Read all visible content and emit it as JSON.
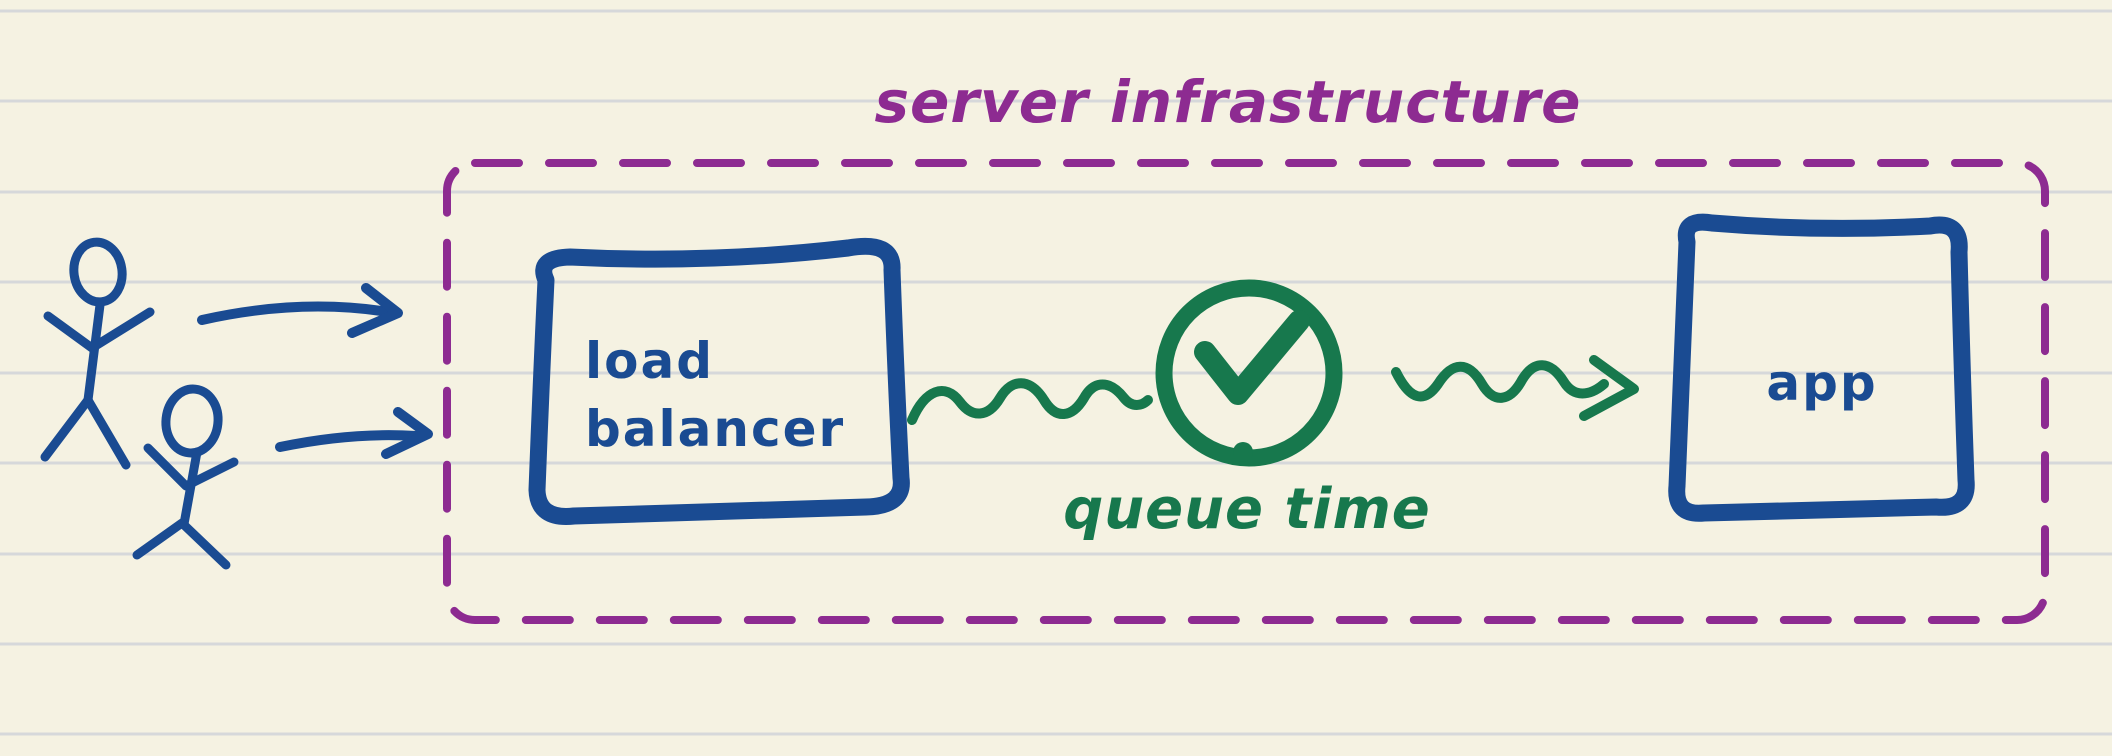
{
  "palette": {
    "background": "#f5f2e2",
    "ruled_line": "#d6d8da",
    "ink_blue": "#1a4b92",
    "ink_green": "#17784d",
    "ink_purple": "#8d2b91"
  },
  "diagram": {
    "group_box": {
      "label": "server infrastructure",
      "border_style": "dashed",
      "border_color": "#8d2b91"
    },
    "actors": [
      {
        "icon": "stick-figure-icon"
      },
      {
        "icon": "stick-figure-icon"
      }
    ],
    "nodes": [
      {
        "id": "load-balancer",
        "label_lines": [
          "load",
          "balancer"
        ],
        "border_color": "#1a4b92"
      },
      {
        "id": "app",
        "label": "app",
        "border_color": "#1a4b92"
      }
    ],
    "queue_indicator": {
      "icon": "clock-check-icon",
      "label": "queue time",
      "color": "#17784d"
    },
    "edges": [
      {
        "from": "user-1",
        "to": "server-infrastructure",
        "style": "curved-arrow",
        "color": "#1a4b92"
      },
      {
        "from": "user-2",
        "to": "server-infrastructure",
        "style": "curved-arrow",
        "color": "#1a4b92"
      },
      {
        "from": "load-balancer",
        "to": "queue-time",
        "style": "wavy-line",
        "color": "#17784d"
      },
      {
        "from": "queue-time",
        "to": "app",
        "style": "wavy-arrow",
        "color": "#17784d"
      }
    ]
  }
}
